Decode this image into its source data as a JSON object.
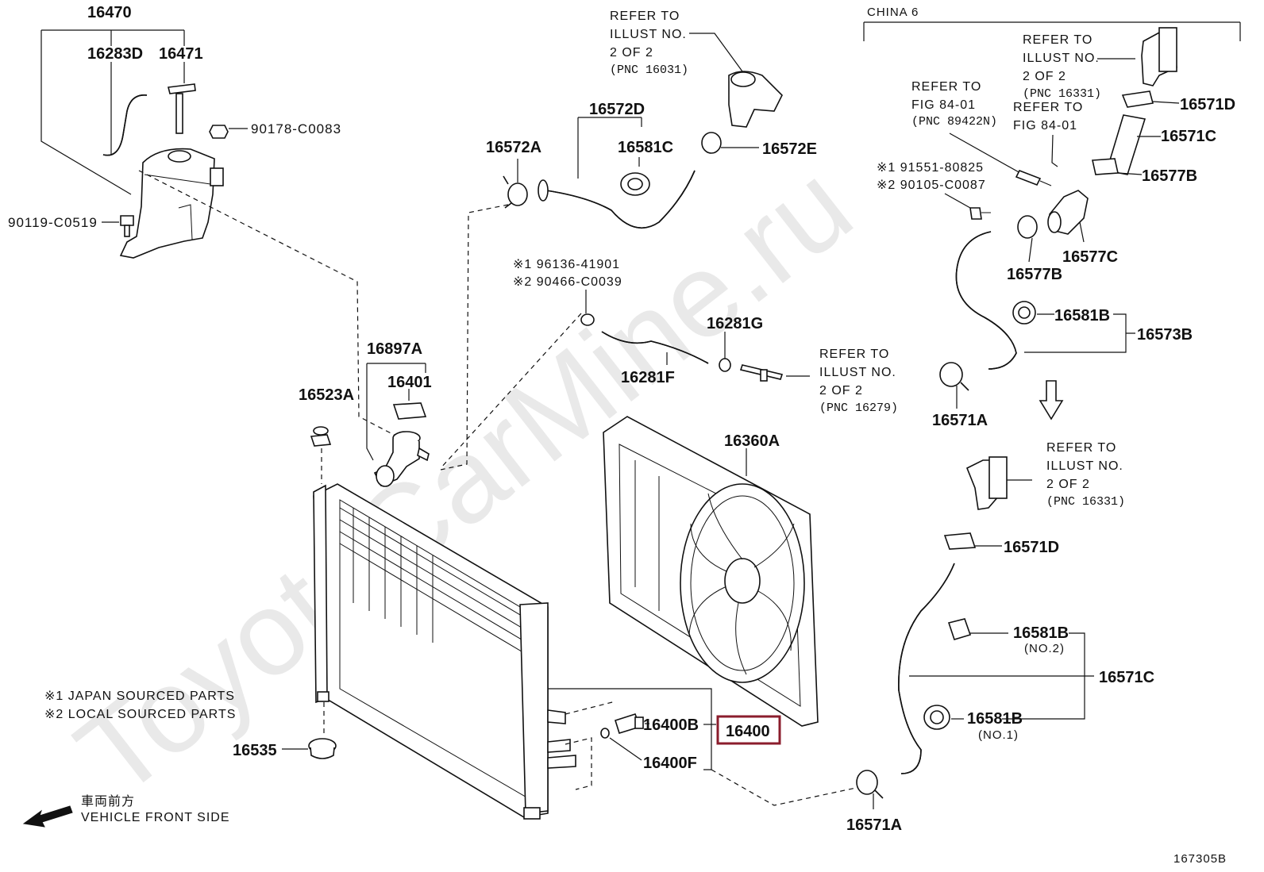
{
  "watermark": "ToyotaCarMine.ru",
  "diagram_id": "167305B",
  "variant_label": "CHINA 6",
  "highlighted_part": "16400",
  "part_labels": {
    "p16470": "16470",
    "p16283D": "16283D",
    "p16471": "16471",
    "p90178": "90178-C0083",
    "p90119": "90119-C0519",
    "p16572A": "16572A",
    "p16572D": "16572D",
    "p16581C": "16581C",
    "p16572E": "16572E",
    "p16897A": "16897A",
    "p16401": "16401",
    "p16523A": "16523A",
    "p16281G": "16281G",
    "p16281F": "16281F",
    "p16360A": "16360A",
    "p16400B": "16400B",
    "p16400": "16400",
    "p16400F": "16400F",
    "p16535": "16535",
    "p16571D_a": "16571D",
    "p16571C_a": "16571C",
    "p16577B_a": "16577B",
    "p16577B_b": "16577B",
    "p16577C": "16577C",
    "p16581B_a": "16581B",
    "p16573B": "16573B",
    "p16571A_a": "16571A",
    "p16571D_b": "16571D",
    "p16581B_b": "16581B",
    "p16571C_b": "16571C",
    "p16581B_c": "16581B",
    "p16571A_b": "16571A"
  },
  "sub_labels": {
    "no2": "(NO.2)",
    "no1": "(NO.1)"
  },
  "refer_notes": {
    "r16031": [
      "REFER TO",
      "ILLUST NO.",
      "2 OF 2",
      "(PNC 16031)"
    ],
    "r16331a": [
      "REFER TO",
      "ILLUST NO.",
      "2 OF 2",
      "(PNC 16331)"
    ],
    "r89422N": [
      "REFER TO",
      "FIG 84-01",
      "(PNC 89422N)"
    ],
    "r8401": [
      "REFER TO",
      "FIG 84-01"
    ],
    "r16279": [
      "REFER TO",
      "ILLUST NO.",
      "2 OF 2",
      "(PNC 16279)"
    ],
    "r16331b": [
      "REFER TO",
      "ILLUST NO.",
      "2 OF 2",
      "(PNC 16331)"
    ]
  },
  "alt_parts": {
    "a1": [
      "※1 96136-41901",
      "※2 90466-C0039"
    ],
    "a2": [
      "※1 91551-80825",
      "※2 90105-C0087"
    ]
  },
  "legend": {
    "l1": "※1 JAPAN SOURCED PARTS",
    "l2": "※2 LOCAL SOURCED PARTS"
  },
  "direction": {
    "jp": "車両前方",
    "en": "VEHICLE FRONT SIDE"
  }
}
